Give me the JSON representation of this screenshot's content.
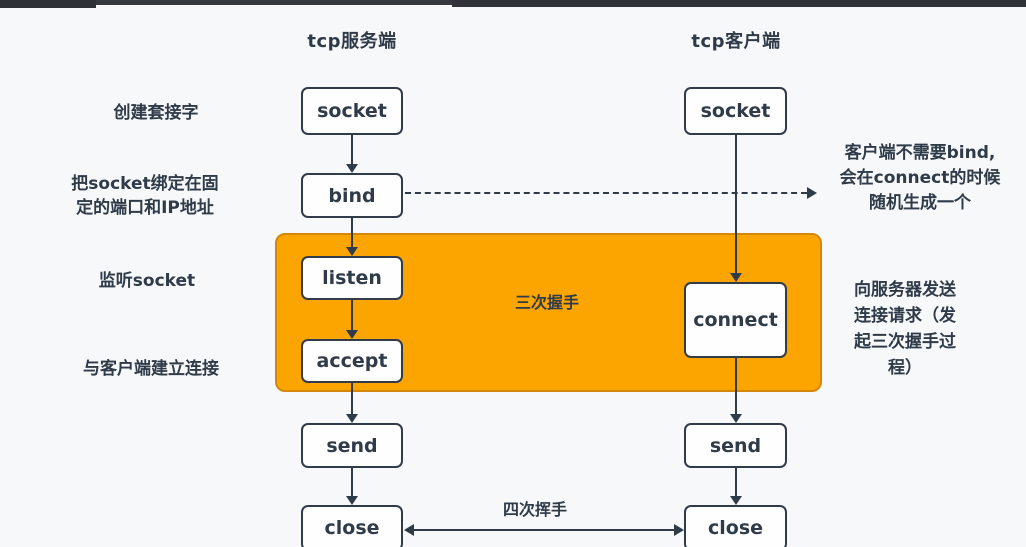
{
  "diagram": {
    "title_server": "tcp服务端",
    "title_client": "tcp客户端",
    "server_steps": [
      "socket",
      "bind",
      "listen",
      "accept",
      "send",
      "close"
    ],
    "client_steps": [
      "socket",
      "connect",
      "send",
      "close"
    ],
    "left_annotations": [
      "创建套接字",
      "把socket绑定在固\n定的端口和IP地址",
      "监听socket",
      "与客户端建立连接"
    ],
    "right_annotations": [
      "客户端不需要bind,\n会在connect的时候\n随机生成一个",
      "向服务器发送\n连接请求（发\n起三次握手过\n程）"
    ],
    "handshake_label": "三次握手",
    "teardown_label": "四次挥手",
    "colors": {
      "accent_orange": "#FCA400",
      "orange_border": "#D4880A",
      "ink": "#2F3B49",
      "background": "#F7F8F9"
    }
  }
}
